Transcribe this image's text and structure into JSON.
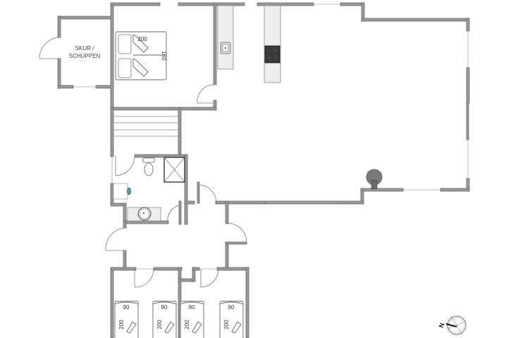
{
  "plan": {
    "rooms": [
      {
        "id": "shed",
        "label_line1": "SKUR /",
        "label_line2": "SCHUPPEN"
      }
    ],
    "beds": [
      {
        "id": "double-bed",
        "width_label": "200",
        "length_label": "160"
      },
      {
        "id": "single-bed-1",
        "width_label": "90",
        "length_label": "200"
      },
      {
        "id": "single-bed-2",
        "width_label": "90",
        "length_label": "200"
      },
      {
        "id": "single-bed-3",
        "width_label": "90",
        "length_label": "200"
      },
      {
        "id": "single-bed-4",
        "width_label": "90",
        "length_label": "200"
      }
    ],
    "compass": {
      "label": "N"
    },
    "colors": {
      "wall": "#9a9a9a",
      "wall_edge": "#6a6a6a",
      "counter": "#eeeeee",
      "stove": "#3a3a3a",
      "fireplace": "#7a7a7a"
    }
  }
}
